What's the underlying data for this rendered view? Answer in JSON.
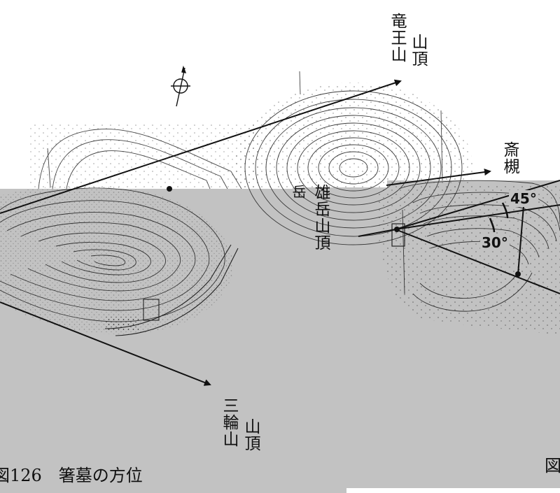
{
  "labels": {
    "ryuozan": "竜王山山頂",
    "ryuozan_col1": "竜王山",
    "ryuozan_col2": "山頂",
    "sai": "斎槻",
    "odake": "雄岳山頂",
    "odake_partial": "岳",
    "miwa_col1": "三輪山",
    "miwa_col2": "山頂"
  },
  "angles": {
    "a45": "45°",
    "a30": "30°"
  },
  "captions": {
    "left": "図126　箸墓の方位",
    "right": "図"
  },
  "colors": {
    "background": "#ffffff",
    "overlay_gray": "#c2c2c2",
    "ink": "#111111",
    "contour": "#3a3a3a"
  }
}
